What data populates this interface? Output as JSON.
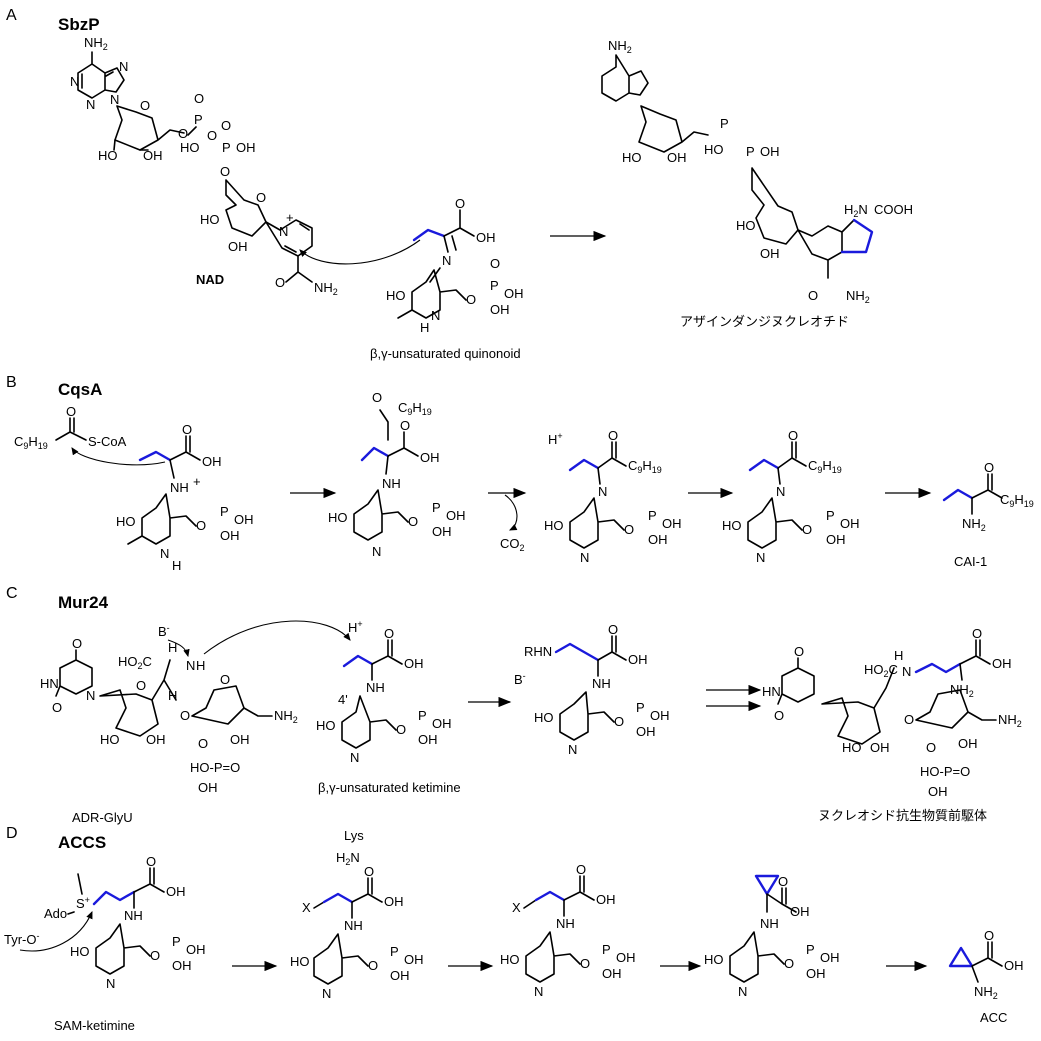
{
  "panels": [
    {
      "letter": "A",
      "enzyme": "SbzP"
    },
    {
      "letter": "B",
      "enzyme": "CqsA"
    },
    {
      "letter": "C",
      "enzyme": "Mur24"
    },
    {
      "letter": "D",
      "enzyme": "ACCS"
    }
  ],
  "captions": {
    "nad": "NAD",
    "quinonoid": "β,γ-unsaturated quinonoid",
    "product_a": "アザインダンジヌクレオチド",
    "cai1": "CAI-1",
    "adr_glyu": "ADR-GlyU",
    "ketimine": "β,γ-unsaturated ketimine",
    "product_c": "ヌクレオシド抗生物質前駆体",
    "sam_ketimine": "SAM-ketimine",
    "acc": "ACC"
  },
  "atoms": {
    "nh2": "NH",
    "sub2": "2",
    "oh": "OH",
    "ho": "HO",
    "o": "O",
    "p": "P",
    "n": "N",
    "h": "H",
    "cooh": "COOH",
    "c9h19_c": "C",
    "c9h19_9": "9",
    "c9h19_h": "H",
    "c9h19_19": "19",
    "scoa": "S-CoA",
    "co2": "CO",
    "hplus": "H",
    "plus": "+",
    "minus": "-",
    "bminus": "B",
    "rhn": "RHN",
    "x": "X",
    "lys": "Lys",
    "ado": "Ado",
    "s": "S",
    "tyr": "Tyr-O",
    "four_prime": "4'",
    "nh_plus": "NH",
    "h2n": "H",
    "hn": "HN"
  },
  "colors": {
    "highlight": "#1a1adc",
    "ink": "#000000"
  }
}
